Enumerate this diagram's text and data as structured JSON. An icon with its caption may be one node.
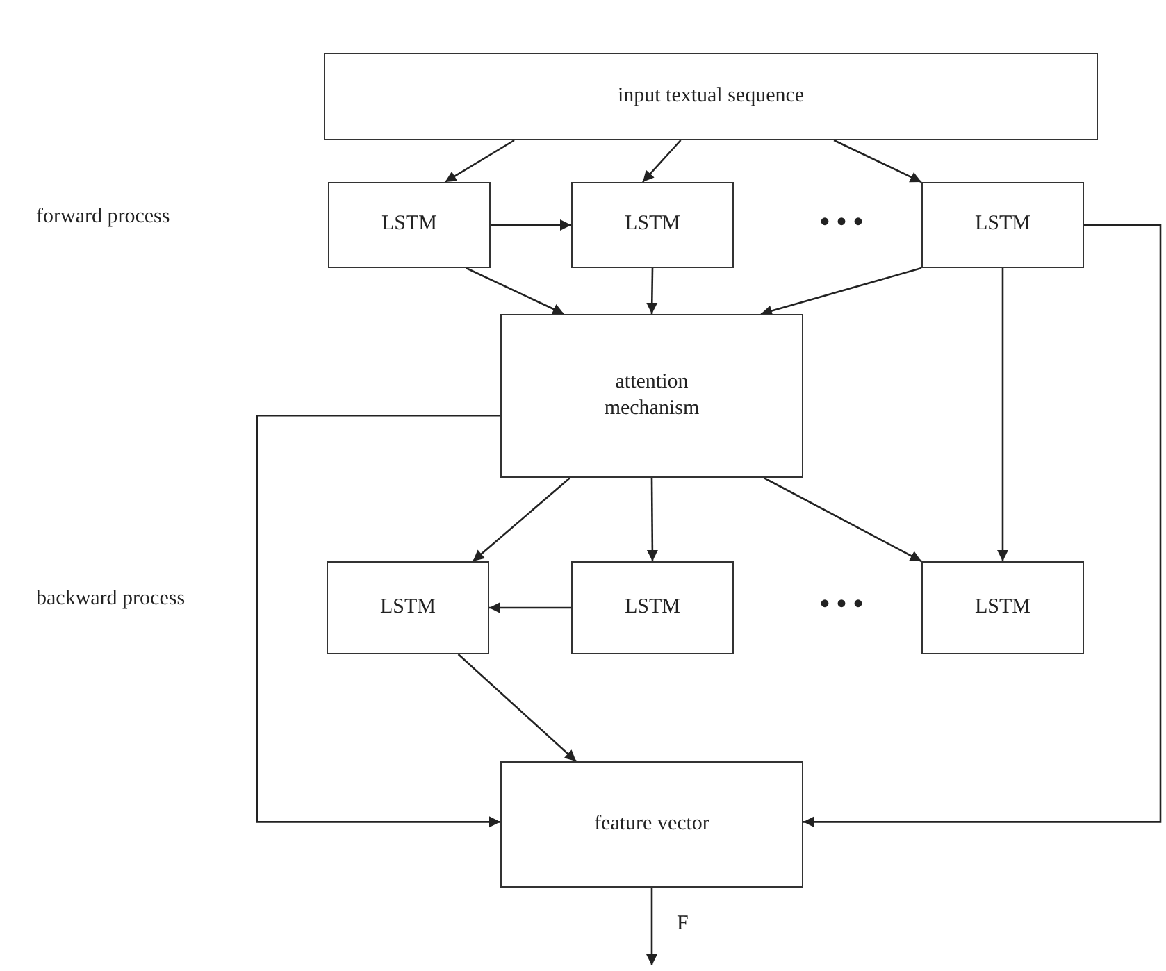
{
  "diagram": {
    "nodes": [
      {
        "text": [
          "input textual sequence"
        ]
      },
      {
        "text": [
          "LSTM"
        ]
      },
      {
        "text": [
          "LSTM"
        ]
      },
      {
        "text": [
          "LSTM"
        ]
      },
      {
        "text": [
          "attention mechanism"
        ]
      },
      {
        "text": [
          "LSTM"
        ]
      },
      {
        "text": [
          "LSTM"
        ]
      },
      {
        "text": [
          "LSTM"
        ]
      },
      {
        "text": [
          "feature vector"
        ]
      }
    ],
    "edges": [
      {
        "from": 0,
        "to": 1,
        "arrow": "to"
      },
      {
        "from": 0,
        "to": 2,
        "arrow": "to"
      },
      {
        "from": 0,
        "to": 3,
        "arrow": "to"
      },
      {
        "from": 1,
        "to": 2,
        "arrow": "to"
      },
      {
        "from": 1,
        "to": 4,
        "arrow": "to"
      },
      {
        "from": 2,
        "to": 4,
        "arrow": "to"
      },
      {
        "from": 3,
        "to": 4,
        "arrow": "to"
      },
      {
        "from": 3,
        "to": 7,
        "arrow": "to"
      },
      {
        "from": 3,
        "to": 8,
        "arrow": "to"
      },
      {
        "from": 4,
        "to": 5,
        "arrow": "to"
      },
      {
        "from": 4,
        "to": 6,
        "arrow": "to"
      },
      {
        "from": 4,
        "to": 7,
        "arrow": "to"
      },
      {
        "from": 6,
        "to": 5,
        "arrow": "to"
      },
      {
        "from": 4,
        "to": 8,
        "arrow": "to"
      },
      {
        "from": 5,
        "to": 8,
        "arrow": "to"
      },
      {
        "from": 8,
        "to": null,
        "arrow": "to",
        "label": "F"
      }
    ],
    "labels": [
      "forward process",
      "• • •",
      "backward process",
      "• • •"
    ]
  }
}
